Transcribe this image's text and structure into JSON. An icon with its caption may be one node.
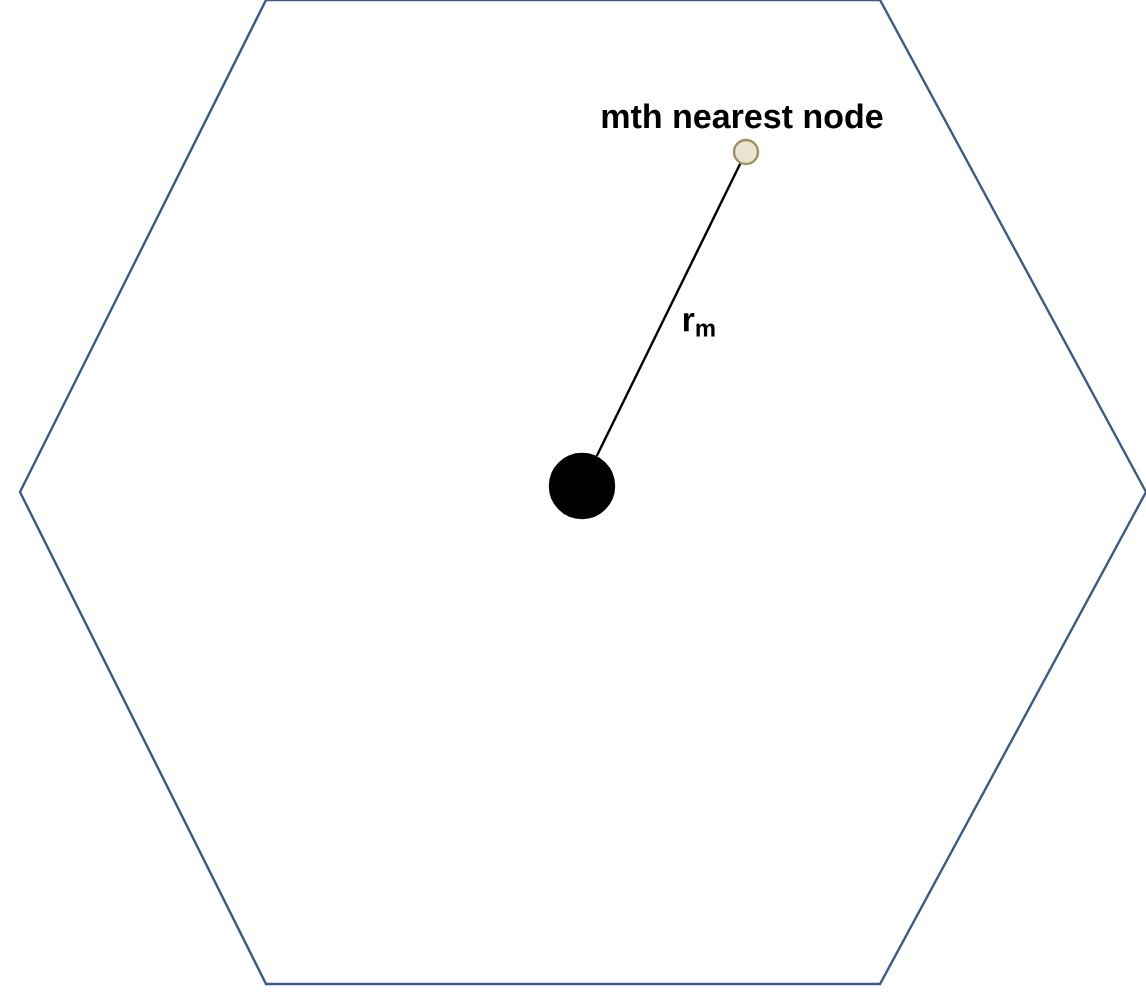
{
  "diagram": {
    "nodes": [
      {
        "text": [],
        "shape": "hexagon"
      },
      {
        "text": [],
        "shape": "circle",
        "in": 0
      },
      {
        "text": [],
        "shape": "circle",
        "in": 0,
        "beside": [
          "mth nearest node"
        ]
      }
    ],
    "edges": [
      {
        "from": 1,
        "to": 2,
        "arrow": "none",
        "label": "r$_{m}$"
      }
    ]
  }
}
